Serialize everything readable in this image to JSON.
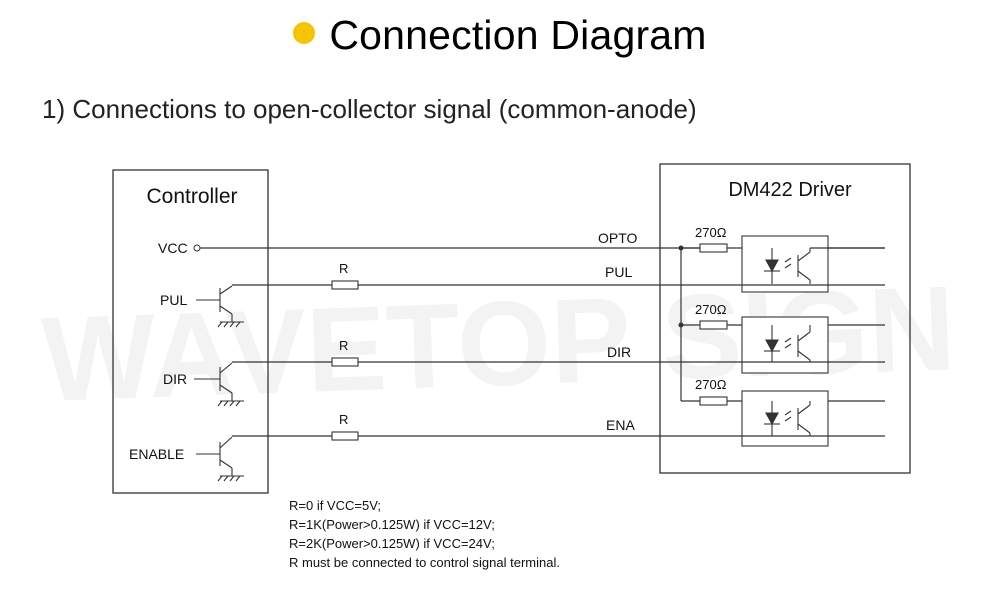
{
  "header": {
    "title": "Connection Diagram",
    "bullet_color": "#f5c400",
    "subtitle": "1) Connections to open-collector signal (common-anode)"
  },
  "watermark": {
    "text": "WAVETOP SIGN"
  },
  "controller": {
    "title": "Controller",
    "vcc": "VCC",
    "pul": "PUL",
    "dir": "DIR",
    "enable": "ENABLE"
  },
  "driver": {
    "title": "DM422 Driver",
    "signals": {
      "opto": "OPTO",
      "pul": "PUL",
      "dir": "DIR",
      "ena": "ENA"
    },
    "resistor_label": "270Ω"
  },
  "wires": {
    "resistor_label": "R"
  },
  "notes": [
    "R=0 if VCC=5V;",
    "R=1K(Power>0.125W) if VCC=12V;",
    "R=2K(Power>0.125W) if VCC=24V;",
    "R must be connected to control signal terminal."
  ]
}
